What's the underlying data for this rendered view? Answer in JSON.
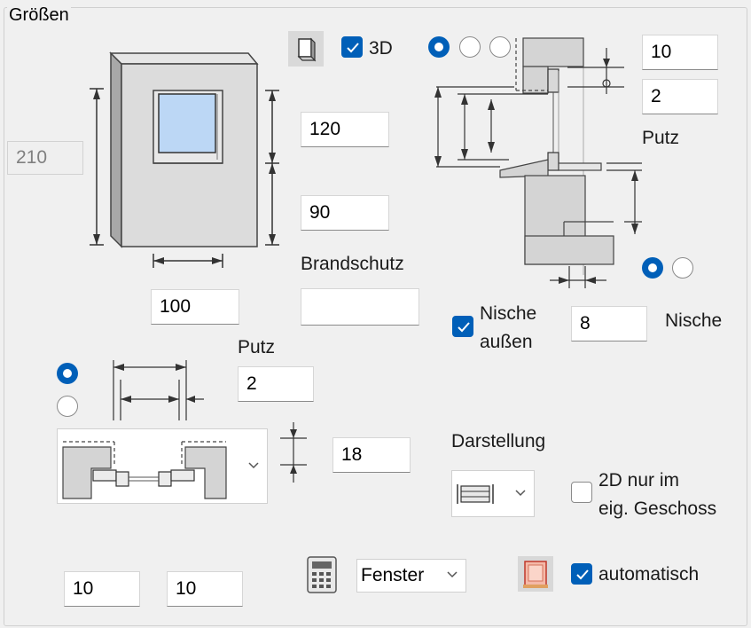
{
  "group": {
    "title": "Größen"
  },
  "dims": {
    "height_disabled": "210",
    "upper": "120",
    "lower": "90",
    "width": "100",
    "brandschutz_label": "Brandschutz",
    "brandschutz_value": ""
  },
  "view3d": {
    "label": "3D",
    "checked": true
  },
  "section": {
    "top_value": "10",
    "second_value": "2",
    "putz_label": "Putz",
    "nische_aussen_label_1": "Nische",
    "nische_aussen_label_2": "außen",
    "nische_aussen_checked": true,
    "nische_value": "8",
    "nische_label": "Nische"
  },
  "plan": {
    "putz_label": "Putz",
    "putz_value": "2",
    "depth_value": "18"
  },
  "darstellung": {
    "label": "Darstellung",
    "only2d_label_1": "2D nur im",
    "only2d_label_2": "eig. Geschoss",
    "only2d_checked": false
  },
  "bottom": {
    "value_left": "10",
    "value_right": "10",
    "type_select": "Fenster",
    "auto_label": "automatisch",
    "auto_checked": true
  },
  "icons": {
    "calculator": "calculator-icon",
    "sill": "window-sill-icon",
    "material": "material-icon"
  },
  "colors": {
    "accent": "#005fb8",
    "glass": "#bcd7f5"
  }
}
